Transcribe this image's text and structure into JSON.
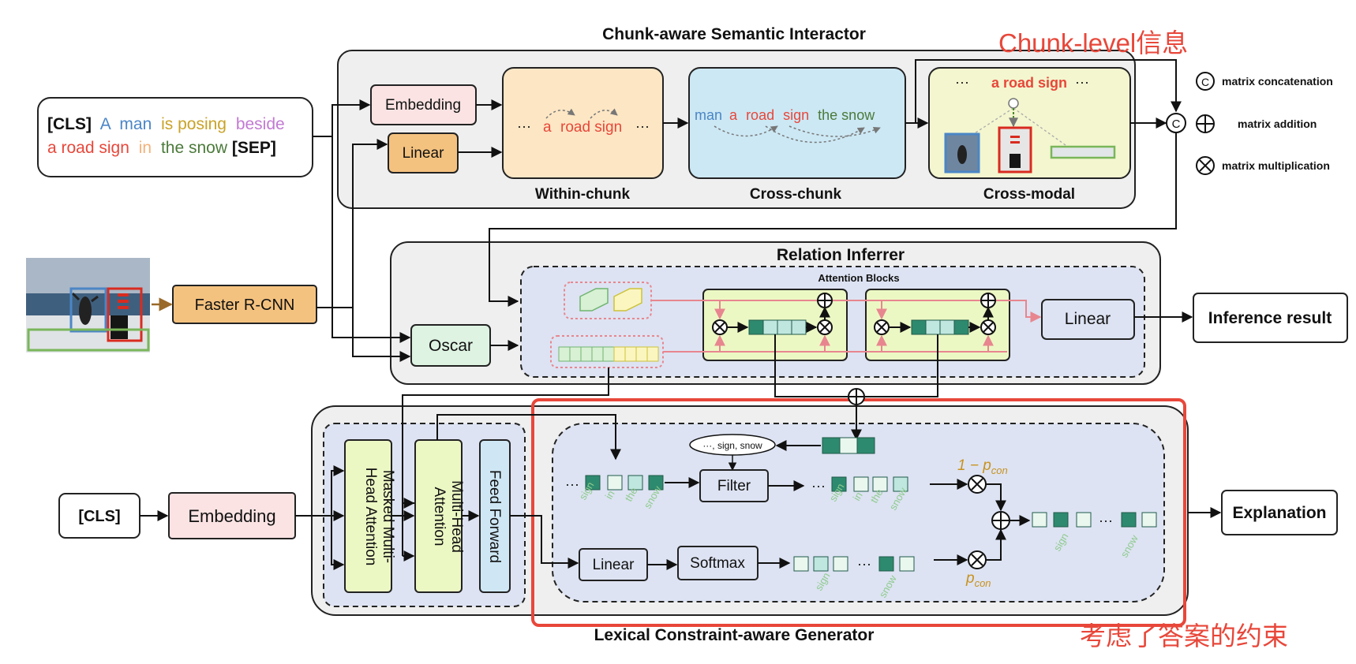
{
  "titles": {
    "interactor": "Chunk-aware Semantic Interactor",
    "inferrer": "Relation Inferrer",
    "generator": "Lexical Constraint-aware Generator",
    "attention_blocks": "Attention Blocks"
  },
  "annotations": {
    "chunk_level": "Chunk-level信息",
    "constraint": "考虑了答案的约束"
  },
  "input_sentence": {
    "cls": "[CLS]",
    "a": "A",
    "man": "man",
    "is_posing": "is posing",
    "beside": "beside",
    "road_sign": "a road sign",
    "in": "in",
    "the_snow": "the snow",
    "sep": "[SEP]"
  },
  "blocks": {
    "embedding_top": "Embedding",
    "linear_top": "Linear",
    "faster_rcnn": "Faster R-CNN",
    "oscar": "Oscar",
    "linear_infer": "Linear",
    "inference_result": "Inference result",
    "cls_bottom": "[CLS]",
    "embedding_bottom": "Embedding",
    "masked_attn_line1": "Masked Multi-",
    "masked_attn_line2": "Head Attention",
    "mh_attn_line1": "Multi-Head",
    "mh_attn_line2": "Attention",
    "feed_forward": "Feed Forward",
    "filter": "Filter",
    "linear_gen": "Linear",
    "softmax": "Softmax",
    "explanation": "Explanation"
  },
  "panels": {
    "within_chunk": "Within-chunk",
    "cross_chunk": "Cross-chunk",
    "cross_modal": "Cross-modal",
    "ellipsis": "···",
    "a": "a",
    "road_sign": "road sign",
    "man": "man",
    "road": "road",
    "sign": "sign",
    "the_snow": "the snow",
    "a_road_sign": "a road sign"
  },
  "generator_text": {
    "keyword_bubble": "···, sign, snow",
    "sign": "sign",
    "in": "in",
    "the": "the",
    "snow": "snow",
    "one_minus_pcon": "1 − p",
    "con": "con",
    "pcon": "p",
    "ellipsis": "···"
  },
  "legend": {
    "concat": "matrix concatenation",
    "addition": "matrix addition",
    "multiplication": "matrix multiplication",
    "concat_symbol": "C"
  },
  "colors": {
    "constraint_red": "#e8473a",
    "embedding_pink": "#fbe3e3",
    "linear_orange": "#f4c27f",
    "within_chunk_bg": "#fce6c4",
    "cross_chunk_bg": "#cce8f4",
    "cross_modal_bg": "#f3f6cf",
    "section_gray": "#efefef",
    "inner_blue": "#dde3f2",
    "oscar_green": "#def3e2",
    "attn_green": "#ecf8c4",
    "ff_blue": "#cfe7f5",
    "teal_dark": "#2e8a6e",
    "teal_light": "#e9f7ef",
    "token_green": "#9fd4a3",
    "gold": "#c8921f"
  }
}
